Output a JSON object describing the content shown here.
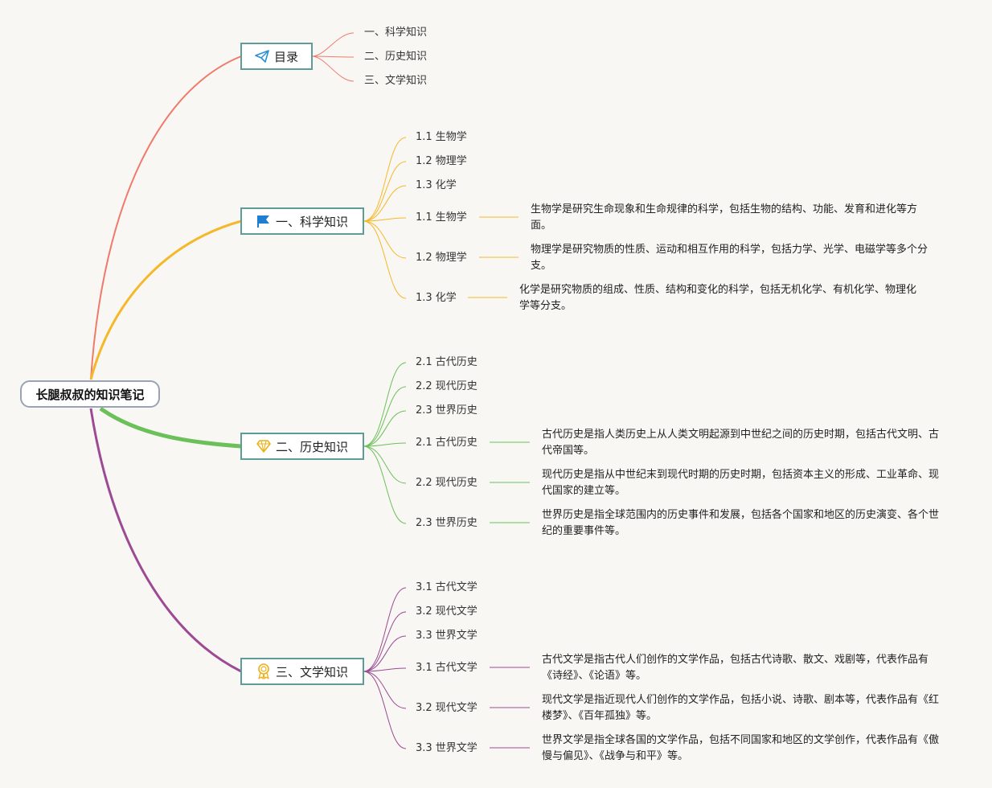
{
  "root": {
    "title": "长腿叔叔的知识笔记"
  },
  "colors": {
    "toc": "#f07a6a",
    "science": "#f5b82a",
    "history": "#6cc05a",
    "literature": "#9b4a93",
    "node_border": "#5e9c9a",
    "root_border": "#9aa3b5"
  },
  "toc": {
    "label": "目录",
    "icon": "paper-plane-icon",
    "items": [
      "一、科学知识",
      "二、历史知识",
      "三、文学知识"
    ]
  },
  "science": {
    "label": "一、科学知识",
    "icon": "flag-icon",
    "items": [
      "1.1 生物学",
      "1.2 物理学",
      "1.3 化学"
    ],
    "details": [
      {
        "label": "1.1 生物学",
        "text": "生物学是研究生命现象和生命规律的科学，包括生物的结构、功能、发育和进化等方面。"
      },
      {
        "label": "1.2 物理学",
        "text": "物理学是研究物质的性质、运动和相互作用的科学，包括力学、光学、电磁学等多个分支。"
      },
      {
        "label": "1.3 化学",
        "text": "化学是研究物质的组成、性质、结构和变化的科学，包括无机化学、有机化学、物理化学等分支。"
      }
    ]
  },
  "history": {
    "label": "二、历史知识",
    "icon": "diamond-icon",
    "items": [
      "2.1 古代历史",
      "2.2 现代历史",
      "2.3 世界历史"
    ],
    "details": [
      {
        "label": "2.1 古代历史",
        "text": "古代历史是指人类历史上从人类文明起源到中世纪之间的历史时期，包括古代文明、古代帝国等。"
      },
      {
        "label": "2.2 现代历史",
        "text": "现代历史是指从中世纪末到现代时期的历史时期，包括资本主义的形成、工业革命、现代国家的建立等。"
      },
      {
        "label": "2.3 世界历史",
        "text": "世界历史是指全球范围内的历史事件和发展，包括各个国家和地区的历史演变、各个世纪的重要事件等。"
      }
    ]
  },
  "literature": {
    "label": "三、文学知识",
    "icon": "award-ribbon-icon",
    "items": [
      "3.1 古代文学",
      "3.2 现代文学",
      "3.3 世界文学"
    ],
    "details": [
      {
        "label": "3.1 古代文学",
        "text": "古代文学是指古代人们创作的文学作品，包括古代诗歌、散文、戏剧等，代表作品有《诗经》、《论语》等。"
      },
      {
        "label": "3.2 现代文学",
        "text": "现代文学是指近现代人们创作的文学作品，包括小说、诗歌、剧本等，代表作品有《红楼梦》、《百年孤独》等。"
      },
      {
        "label": "3.3 世界文学",
        "text": "世界文学是指全球各国的文学作品，包括不同国家和地区的文学创作，代表作品有《傲慢与偏见》、《战争与和平》等。"
      }
    ]
  }
}
